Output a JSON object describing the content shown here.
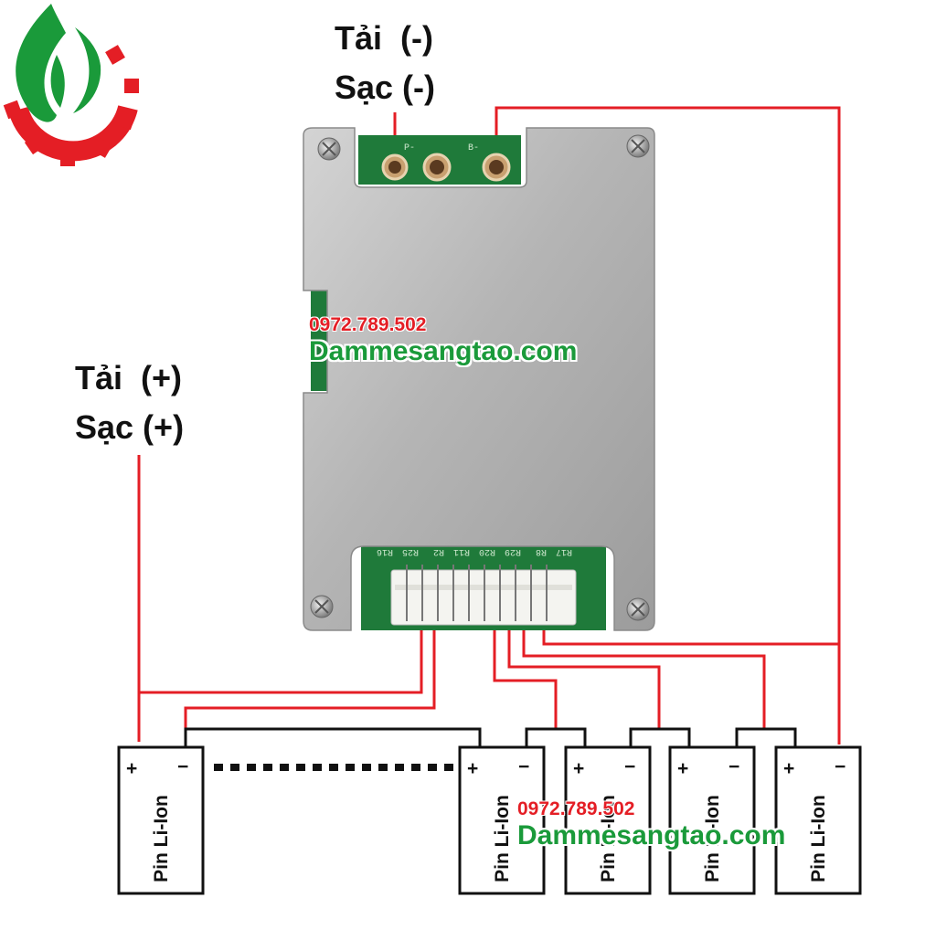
{
  "labels": {
    "load_negative": "Tải  (-)",
    "charge_negative": "Sạc (-)",
    "load_positive": "Tải  (+)",
    "charge_positive": "Sạc (+)"
  },
  "board": {
    "pad_p": "P-",
    "pad_b": "B-",
    "connector_labels": [
      "R16",
      "R25",
      "R2",
      "R11",
      "R20",
      "R29",
      "R8",
      "R17"
    ]
  },
  "cells": [
    {
      "name": "Pin Li-Ion",
      "plus": "+",
      "minus": "−"
    },
    {
      "name": "Pin Li-Ion",
      "plus": "+",
      "minus": "−"
    },
    {
      "name": "Pin Li-Ion",
      "plus": "+",
      "minus": "−"
    },
    {
      "name": "Pin Li-Ion",
      "plus": "+",
      "minus": "−"
    },
    {
      "name": "Pin Li-Ion",
      "plus": "+",
      "minus": "−"
    }
  ],
  "watermarks": [
    {
      "phone": "0972.789.502",
      "site": "Dammesangtao.com"
    },
    {
      "phone": "0972.789.502",
      "site": "Dammesangtao.com"
    }
  ],
  "colors": {
    "wire": "#e41e25",
    "logo_flame": "#1a9a3a",
    "logo_gear": "#e41e25",
    "board_pcb": "#1f7a3a",
    "board_plate": "#b9b9b9"
  }
}
